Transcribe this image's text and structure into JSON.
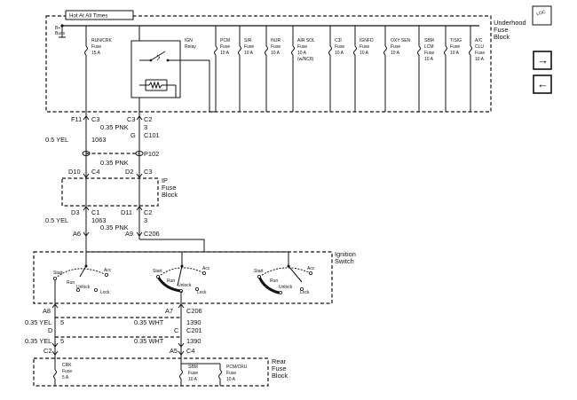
{
  "header": {
    "hot_label": "Hot At All Times",
    "bus_label": "B+\nBuss"
  },
  "underhood": {
    "label": "Underhood\nFuse\nBlock",
    "relay_label": "IGN\nRelay",
    "fuses": [
      {
        "label": "RUN/CRK\nFuse\n15 A"
      },
      {
        "label": "PCM\nFuse\n10 A"
      },
      {
        "label": "SIR\nFuse\n10 A"
      },
      {
        "label": "INJR\nFuse\n10 A"
      },
      {
        "label": "AIR SOL\nFuse\n10 A\n(w/NC8)"
      },
      {
        "label": "C3I\nFuse\n10 A"
      },
      {
        "label": "IGNFD\nFuse\n10 A"
      },
      {
        "label": "OXY SEN\nFuse\n10 A"
      },
      {
        "label": "SBM\nLCM\nFuse\n10 A"
      },
      {
        "label": "T/SIG\nFuse\n10 A"
      },
      {
        "label": "A/C\nCLU\nFuse\n10 A"
      }
    ]
  },
  "connectors": {
    "f11": "F11",
    "c3a": "C3",
    "c3b": "C3",
    "c2a": "C2",
    "pin3a": "3",
    "g": "G",
    "c101": "C101",
    "p102": "P102",
    "d10": "D10",
    "c4a": "C4",
    "d2": "D2",
    "c3c": "C3",
    "d3": "D3",
    "c1": "C1",
    "d11": "D11",
    "c2b": "C2",
    "pin3b": "3",
    "a6": "A6",
    "a9": "A9",
    "c206a": "C206",
    "a8": "A8",
    "a7": "A7",
    "c206b": "C206",
    "pin5a": "5",
    "d": "D",
    "c": "C",
    "c201": "C201",
    "pin5b": "5",
    "c2c": "C2",
    "a5": "A5",
    "c4b": "C4"
  },
  "wires": {
    "yel_1": "0.5 YEL",
    "circ_1063_a": "1063",
    "pnk_1": "0.35 PNK",
    "pnk_2": "0.35 PNK",
    "yel_2": "0.5 YEL",
    "circ_1063_b": "1063",
    "pnk_3": "0.35 PNK",
    "yel_3": "0.35 YEL",
    "wht_1": "0.35 WHT",
    "circ_1390_a": "1390",
    "yel_4": "0.35 YEL",
    "wht_2": "0.35 WHT",
    "circ_1390_b": "1390"
  },
  "ip_block": {
    "label": "IP\nFuse\nBlock"
  },
  "ignition": {
    "label": "Ignition\nSwitch",
    "positions": [
      {
        "start": "Start",
        "acc": "Acc",
        "run": "Run",
        "unlock": "Unlock",
        "lock": "Lock"
      },
      {
        "start": "Start",
        "acc": "Acc",
        "run": "Run",
        "unlock": "Unlock",
        "lock": "Lock"
      },
      {
        "start": "Start",
        "acc": "Acc",
        "run": "Run",
        "unlock": "Unlock",
        "lock": "Lock"
      }
    ]
  },
  "rear": {
    "label": "Rear\nFuse\nBlock",
    "fuses": [
      {
        "label": "CRK\nFuse\n5 A"
      },
      {
        "label": "SBM\nFuse\n10 A"
      },
      {
        "label": "PCM/CRU\nFuse\n10 A"
      }
    ]
  },
  "locator_label": "LOC",
  "nav": {
    "next": "→",
    "prev": "←"
  }
}
